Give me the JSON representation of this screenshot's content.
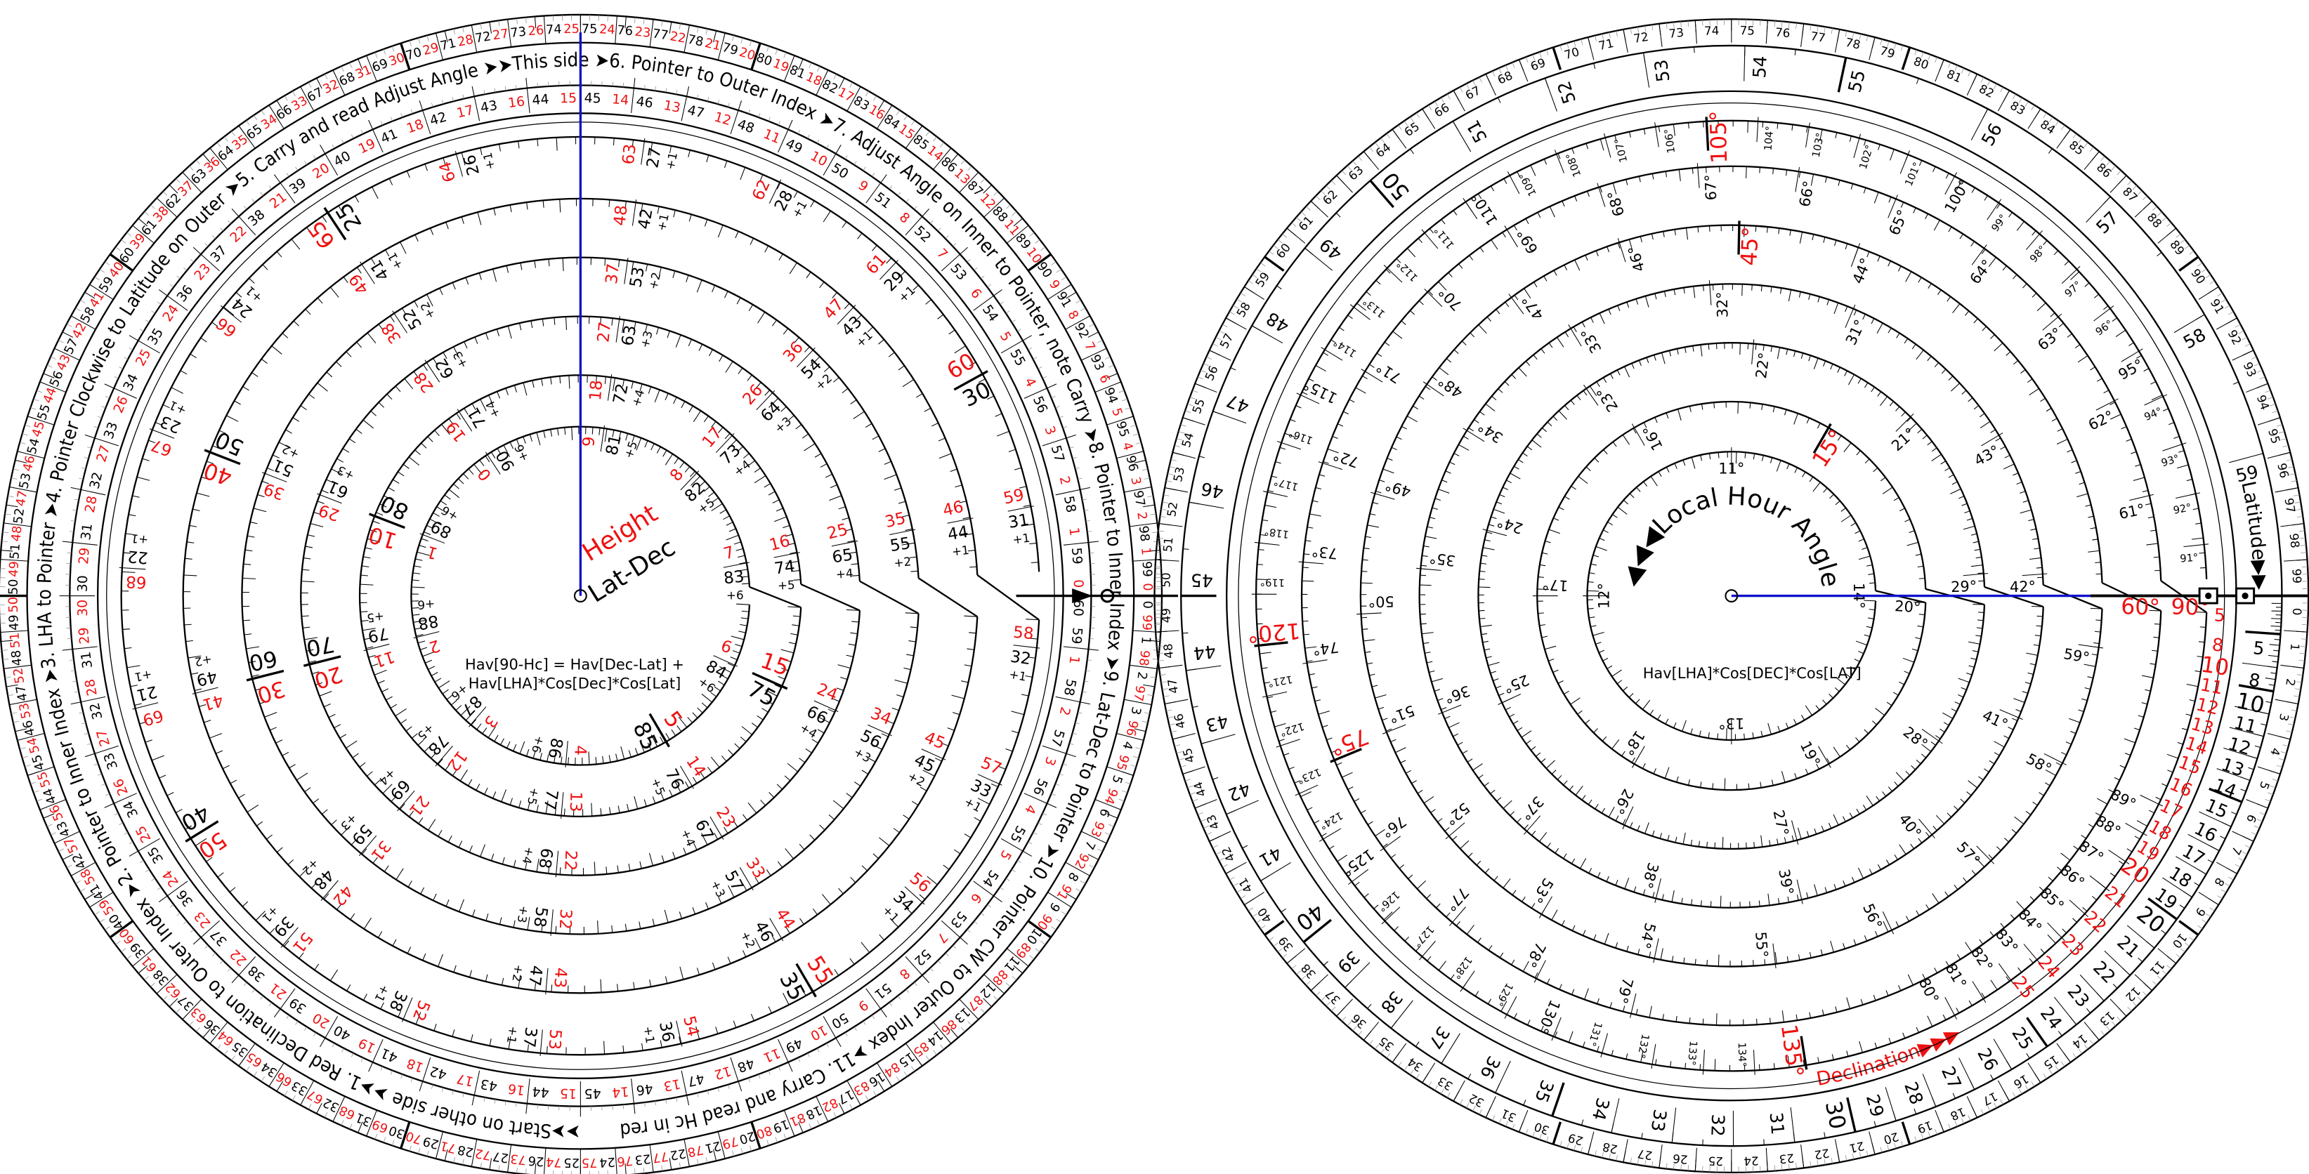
{
  "colors": {
    "red": "#ee1111",
    "black": "#000000",
    "pointer_line": "#1010cc"
  },
  "left_dial": {
    "instructions": "➤➤Start on other side ➤➤1. Red Declination to Outer Index ➤2. Pointer to Inner Index ➤3. LHA to Pointer ➤4. Pointer Clockwise to Latitude on Outer ➤5. Carry and read Adjust Angle ➤➤This side ➤6. Pointer to Outer Index ➤7. Adjust Angle on Inner to Pointer, note Carry ➤8. Pointer to Inner Index ➤9. Lat-Dec to Pointer ➤10. Pointer CW to Outer Index ➤11. Carry and read Hc in red",
    "height_label": "Height",
    "latdec_label": "Lat-Dec",
    "formula_line1": "Hav[90-Hc] = Hav[Dec-Lat] +",
    "formula_line2": "Hav[LHA]*Cos[Dec]*Cos[Lat]",
    "outer_ring_pairs": [
      [
        0,
        0
      ],
      [
        1,
        99
      ],
      [
        2,
        98
      ],
      [
        3,
        97
      ],
      [
        4,
        96
      ],
      [
        5,
        95
      ],
      [
        6,
        94
      ],
      [
        7,
        93
      ],
      [
        8,
        92
      ],
      [
        9,
        91
      ],
      [
        10,
        90
      ],
      [
        11,
        89
      ],
      [
        12,
        88
      ],
      [
        13,
        87
      ],
      [
        14,
        86
      ],
      [
        15,
        85
      ],
      [
        16,
        84
      ],
      [
        17,
        83
      ],
      [
        18,
        82
      ],
      [
        19,
        81
      ],
      [
        20,
        80
      ],
      [
        21,
        79
      ],
      [
        22,
        78
      ],
      [
        23,
        77
      ],
      [
        24,
        76
      ],
      [
        25,
        75
      ],
      [
        26,
        74
      ],
      [
        27,
        73
      ],
      [
        28,
        72
      ],
      [
        29,
        71
      ],
      [
        30,
        70
      ],
      [
        31,
        69
      ],
      [
        32,
        68
      ],
      [
        33,
        67
      ],
      [
        34,
        66
      ],
      [
        35,
        65
      ],
      [
        36,
        64
      ],
      [
        37,
        63
      ],
      [
        38,
        62
      ],
      [
        39,
        61
      ],
      [
        40,
        60
      ],
      [
        41,
        59
      ],
      [
        42,
        58
      ],
      [
        43,
        57
      ],
      [
        44,
        56
      ],
      [
        45,
        55
      ],
      [
        46,
        54
      ],
      [
        47,
        53
      ],
      [
        48,
        52
      ],
      [
        49,
        51
      ],
      [
        50,
        50
      ],
      [
        51,
        49
      ],
      [
        52,
        48
      ],
      [
        53,
        47
      ],
      [
        54,
        46
      ],
      [
        55,
        45
      ],
      [
        56,
        44
      ],
      [
        57,
        43
      ],
      [
        58,
        42
      ],
      [
        59,
        41
      ],
      [
        60,
        40
      ],
      [
        61,
        39
      ],
      [
        62,
        38
      ],
      [
        63,
        37
      ],
      [
        64,
        36
      ],
      [
        65,
        35
      ],
      [
        66,
        34
      ],
      [
        67,
        33
      ],
      [
        68,
        32
      ],
      [
        69,
        31
      ],
      [
        70,
        30
      ],
      [
        71,
        29
      ],
      [
        72,
        28
      ],
      [
        73,
        27
      ],
      [
        74,
        26
      ],
      [
        75,
        25
      ],
      [
        76,
        24
      ],
      [
        77,
        23
      ],
      [
        78,
        22
      ],
      [
        79,
        21
      ],
      [
        80,
        20
      ],
      [
        81,
        19
      ],
      [
        82,
        18
      ],
      [
        83,
        17
      ],
      [
        84,
        16
      ],
      [
        85,
        15
      ],
      [
        86,
        14
      ],
      [
        87,
        13
      ],
      [
        88,
        12
      ],
      [
        89,
        11
      ],
      [
        90,
        10
      ],
      [
        91,
        9
      ],
      [
        92,
        8
      ],
      [
        93,
        7
      ],
      [
        94,
        6
      ],
      [
        95,
        5
      ],
      [
        96,
        4
      ],
      [
        97,
        3
      ],
      [
        98,
        2
      ],
      [
        99,
        1
      ]
    ],
    "second_ring_pairs": [
      [
        0,
        60
      ],
      [
        1,
        59
      ],
      [
        2,
        58
      ],
      [
        3,
        57
      ],
      [
        4,
        56
      ],
      [
        5,
        55
      ],
      [
        6,
        54
      ],
      [
        7,
        53
      ],
      [
        8,
        52
      ],
      [
        9,
        51
      ],
      [
        10,
        50
      ],
      [
        11,
        49
      ],
      [
        12,
        48
      ],
      [
        13,
        47
      ],
      [
        14,
        46
      ],
      [
        15,
        45
      ],
      [
        16,
        44
      ],
      [
        17,
        43
      ],
      [
        18,
        42
      ],
      [
        19,
        41
      ],
      [
        20,
        40
      ],
      [
        21,
        39
      ],
      [
        22,
        38
      ],
      [
        23,
        37
      ],
      [
        24,
        36
      ],
      [
        25,
        35
      ],
      [
        26,
        34
      ],
      [
        27,
        33
      ],
      [
        28,
        32
      ],
      [
        29,
        31
      ],
      [
        30,
        30
      ]
    ],
    "spiral_rings": [
      [
        [
          "63",
          "27",
          "+1"
        ],
        [
          "62",
          "28",
          "+1"
        ],
        [
          "61",
          "29",
          "+1"
        ],
        [
          "60",
          "30",
          ""
        ],
        [
          "59",
          "31",
          "+1"
        ],
        [
          "58",
          "32",
          "+1"
        ],
        [
          "57",
          "33",
          "+1"
        ],
        [
          "56",
          "34",
          "+1"
        ],
        [
          "55",
          "35",
          ""
        ],
        [
          "54",
          "36",
          "+1"
        ],
        [
          "53",
          "37",
          "+1"
        ],
        [
          "52",
          "38",
          "+1"
        ],
        [
          "51",
          "39",
          "+1"
        ],
        [
          "50",
          "40",
          ""
        ],
        [
          "69",
          "21",
          "+1"
        ],
        [
          "68",
          "22",
          "+1"
        ],
        [
          "67",
          "23",
          "+1"
        ],
        [
          "66",
          "24",
          "+1"
        ],
        [
          "65",
          "25",
          ""
        ],
        [
          "64",
          "26",
          "+1"
        ]
      ],
      [
        [
          "48",
          "42",
          "+1"
        ],
        [
          "47",
          "43",
          "+1"
        ],
        [
          "46",
          "44",
          "+1"
        ],
        [
          "45",
          "45",
          "+2"
        ],
        [
          "44",
          "46",
          "+2"
        ],
        [
          "43",
          "47",
          "+2"
        ],
        [
          "42",
          "48",
          "+2"
        ],
        [
          "41",
          "49",
          "+2"
        ],
        [
          "40",
          "50",
          ""
        ],
        [
          "49",
          "41",
          "+1"
        ]
      ],
      [
        [
          "37",
          "53",
          "+2"
        ],
        [
          "36",
          "54",
          "+2"
        ],
        [
          "35",
          "55",
          "+2"
        ],
        [
          "34",
          "56",
          "+3"
        ],
        [
          "33",
          "57",
          "+3"
        ],
        [
          "32",
          "58",
          "+3"
        ],
        [
          "31",
          "59",
          "+3"
        ],
        [
          "30",
          "60",
          ""
        ],
        [
          "39",
          "51",
          "+2"
        ],
        [
          "38",
          "52",
          "+2"
        ]
      ],
      [
        [
          "27",
          "63",
          "+3"
        ],
        [
          "26",
          "64",
          "+3"
        ],
        [
          "25",
          "65",
          "+4"
        ],
        [
          "24",
          "66",
          "+4"
        ],
        [
          "23",
          "67",
          "+4"
        ],
        [
          "22",
          "68",
          "+4"
        ],
        [
          "21",
          "69",
          "+4"
        ],
        [
          "20",
          "70",
          ""
        ],
        [
          "29",
          "61",
          "+3"
        ],
        [
          "28",
          "62",
          "+3"
        ]
      ],
      [
        [
          "18",
          "72",
          "+4"
        ],
        [
          "17",
          "73",
          "+4"
        ],
        [
          "16",
          "74",
          "+5"
        ],
        [
          "15",
          "75",
          ""
        ],
        [
          "14",
          "76",
          "+5"
        ],
        [
          "13",
          "77",
          "+5"
        ],
        [
          "12",
          "78",
          "+5"
        ],
        [
          "11",
          "79",
          "+5"
        ],
        [
          "10",
          "80",
          ""
        ],
        [
          "19",
          "71",
          "+4"
        ]
      ],
      [
        [
          "9",
          "81",
          "+5"
        ],
        [
          "8",
          "82",
          "+5"
        ],
        [
          "7",
          "83",
          "+6"
        ],
        [
          "6",
          "84",
          "+6"
        ],
        [
          "5",
          "85",
          ""
        ],
        [
          "4",
          "86",
          "+6"
        ],
        [
          "3",
          "87",
          "+6"
        ],
        [
          "2",
          "88",
          "+6"
        ],
        [
          "1",
          "89",
          "+6"
        ],
        [
          "0",
          "90",
          "+6"
        ]
      ]
    ]
  },
  "right_dial": {
    "lha_label": "◀◀◀Local Hour Angle",
    "latitude_label": "Latitude▶▶",
    "declination_label": "Declination▶▶▶",
    "formula": "Hav[LHA]*Cos[DEC]*Cos[LAT]",
    "outer_ring": [
      0,
      1,
      2,
      3,
      4,
      5,
      6,
      7,
      8,
      9,
      10,
      11,
      12,
      13,
      14,
      15,
      16,
      17,
      18,
      19,
      20,
      21,
      22,
      23,
      24,
      25,
      26,
      27,
      28,
      29,
      30,
      31,
      32,
      33,
      34,
      35,
      36,
      37,
      38,
      39,
      40,
      41,
      42,
      43,
      44,
      45,
      46,
      47,
      48,
      49,
      50,
      51,
      52,
      53,
      54,
      55,
      56,
      57,
      58,
      59,
      60,
      61,
      62,
      63,
      64,
      65,
      66,
      67,
      68,
      69,
      70,
      71,
      72,
      73,
      74,
      75,
      76,
      77,
      78,
      79,
      80,
      81,
      82,
      83,
      84,
      85,
      86,
      87,
      88,
      89,
      90,
      91,
      92,
      93,
      94,
      95,
      96,
      97,
      98,
      99
    ],
    "latitude_ring": [
      5,
      8,
      10,
      11,
      12,
      13,
      14,
      15,
      16,
      17,
      18,
      19,
      20,
      21,
      22,
      23,
      24,
      25,
      26,
      27,
      28,
      29,
      30,
      31,
      32,
      33,
      34,
      35,
      36,
      37,
      38,
      39,
      40,
      41,
      42,
      43,
      44,
      45,
      46,
      47,
      48,
      49,
      50,
      51,
      52,
      53,
      54,
      55,
      56,
      57,
      58,
      59
    ],
    "declination_ring": [
      5,
      8,
      10,
      11,
      12,
      13,
      14,
      15,
      16,
      17,
      18,
      19,
      20,
      21,
      22,
      23,
      24,
      25
    ],
    "lha_rings": [
      [
        "11°",
        "12°",
        "13°",
        "14°"
      ],
      [
        "15°",
        "16°",
        "17°",
        "18°",
        "19°",
        "20°"
      ],
      [
        "21°",
        "22°",
        "23°",
        "24°",
        "25°",
        "26°",
        "27°",
        "28°",
        "29°"
      ],
      [
        "31°",
        "32°",
        "33°",
        "34°",
        "35°",
        "36°",
        "37°",
        "38°",
        "39°",
        "40°",
        "41°",
        "42°",
        "43°"
      ],
      [
        "44°",
        "45°",
        "46°",
        "47°",
        "48°",
        "49°",
        "50°",
        "51°",
        "52°",
        "53°",
        "54°",
        "55°",
        "56°",
        "57°",
        "58°",
        "59°"
      ],
      [
        "60°",
        "61°",
        "62°",
        "63°",
        "64°",
        "65°",
        "66°",
        "67°",
        "68°",
        "69°",
        "70°",
        "71°",
        "72°",
        "73°",
        "74°",
        "75°",
        "76°",
        "77°",
        "78°",
        "79°"
      ],
      [
        "90°",
        "91°",
        "92°",
        "93°",
        "94°",
        "95°",
        "96°",
        "97°",
        "98°",
        "99°",
        "100°",
        "101°",
        "102°",
        "103°",
        "104°",
        "105°",
        "106°",
        "107°",
        "108°",
        "109°",
        "110°",
        "111°",
        "112°",
        "113°",
        "114°",
        "115°",
        "116°",
        "117°",
        "118°",
        "119°",
        "120°",
        "121°",
        "122°",
        "123°",
        "124°",
        "125°",
        "126°",
        "127°",
        "128°",
        "129°",
        "130°",
        "131°",
        "132°",
        "133°",
        "134°",
        "135°"
      ],
      [
        "80°",
        "81°",
        "82°",
        "83°",
        "84°",
        "85°",
        "86°",
        "87°",
        "88°",
        "89°"
      ]
    ]
  }
}
